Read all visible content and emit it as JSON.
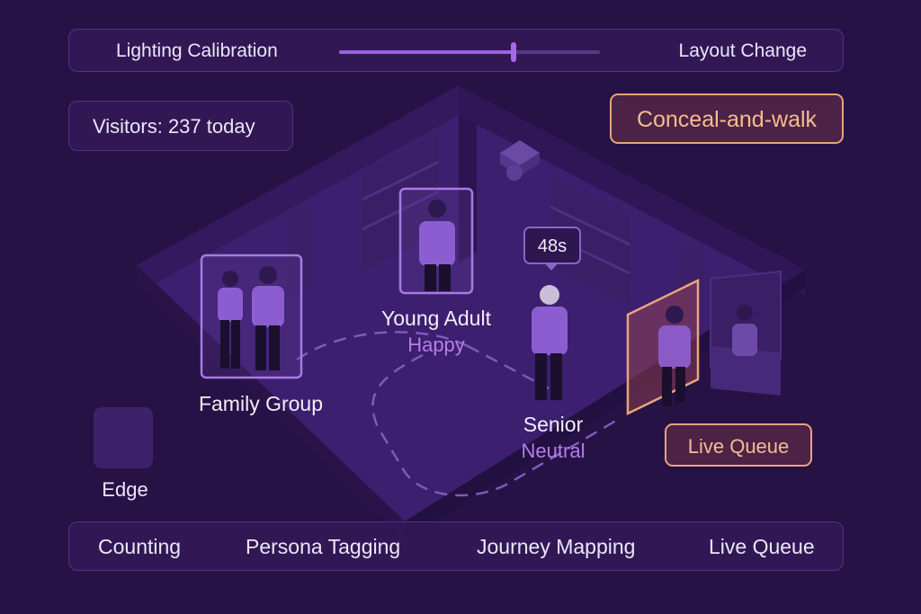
{
  "top_bar": {
    "left_label": "Lighting Calibration",
    "right_label": "Layout Change",
    "slider_value": 0.67
  },
  "stats": {
    "visitors_label": "Visitors: 237 today"
  },
  "alerts": {
    "conceal_label": "Conceal-and-walk"
  },
  "queue_tag": {
    "label": "Live Queue"
  },
  "timer": {
    "label": "48s"
  },
  "people": {
    "family": {
      "label": "Family Group"
    },
    "young": {
      "label": "Young Adult",
      "mood": "Happy"
    },
    "senior": {
      "label": "Senior",
      "mood": "Neutral"
    }
  },
  "edge": {
    "label": "Edge",
    "icon": "edge-device-icon"
  },
  "bottom_tabs": [
    "Counting",
    "Persona Tagging",
    "Journey Mapping",
    "Live Queue"
  ],
  "colors": {
    "background": "#261245",
    "accent_purple": "#9b63e0",
    "alert_orange": "#e7a57a",
    "mood_text": "#b47fe8"
  }
}
